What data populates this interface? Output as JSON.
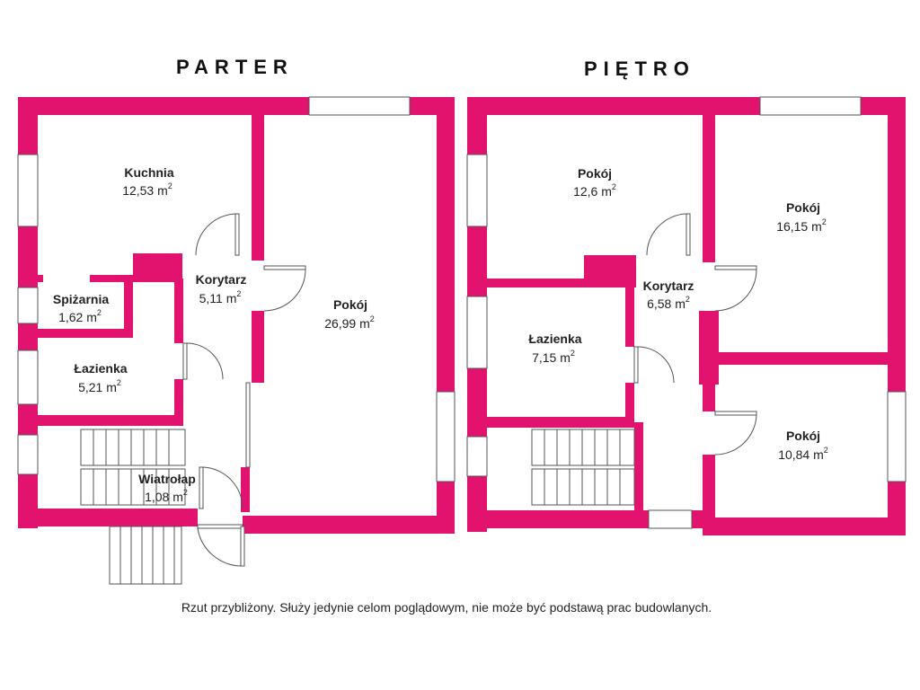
{
  "floors": {
    "ground": {
      "title": "PARTER"
    },
    "upper": {
      "title": "PIĘTRO"
    }
  },
  "rooms": {
    "kuchnia": {
      "name": "Kuchnia",
      "area": "12,53 m",
      "unit_exp": "2"
    },
    "spizarnia": {
      "name": "Spiżarnia",
      "area": "1,62 m",
      "unit_exp": "2"
    },
    "lazienka_p": {
      "name": "Łazienka",
      "area": "5,21 m",
      "unit_exp": "2"
    },
    "korytarz_p": {
      "name": "Korytarz",
      "area": "5,11 m",
      "unit_exp": "2"
    },
    "wiatrolap": {
      "name": "Wiatrołap",
      "area": "1,08 m",
      "unit_exp": "2"
    },
    "pokoj_p": {
      "name": "Pokój",
      "area": "26,99 m",
      "unit_exp": "2"
    },
    "pokoj_1": {
      "name": "Pokój",
      "area": "12,6 m",
      "unit_exp": "2"
    },
    "pokoj_2": {
      "name": "Pokój",
      "area": "16,15 m",
      "unit_exp": "2"
    },
    "korytarz_u": {
      "name": "Korytarz",
      "area": "6,58 m",
      "unit_exp": "2"
    },
    "lazienka_u": {
      "name": "Łazienka",
      "area": "7,15 m",
      "unit_exp": "2"
    },
    "pokoj_3": {
      "name": "Pokój",
      "area": "10,84 m",
      "unit_exp": "2"
    }
  },
  "disclaimer": "Rzut przybliżony. Służy jedynie celom poglądowym, nie może być podstawą prac budowlanych.",
  "colors": {
    "wall": "#e2136e",
    "background": "#ffffff"
  }
}
